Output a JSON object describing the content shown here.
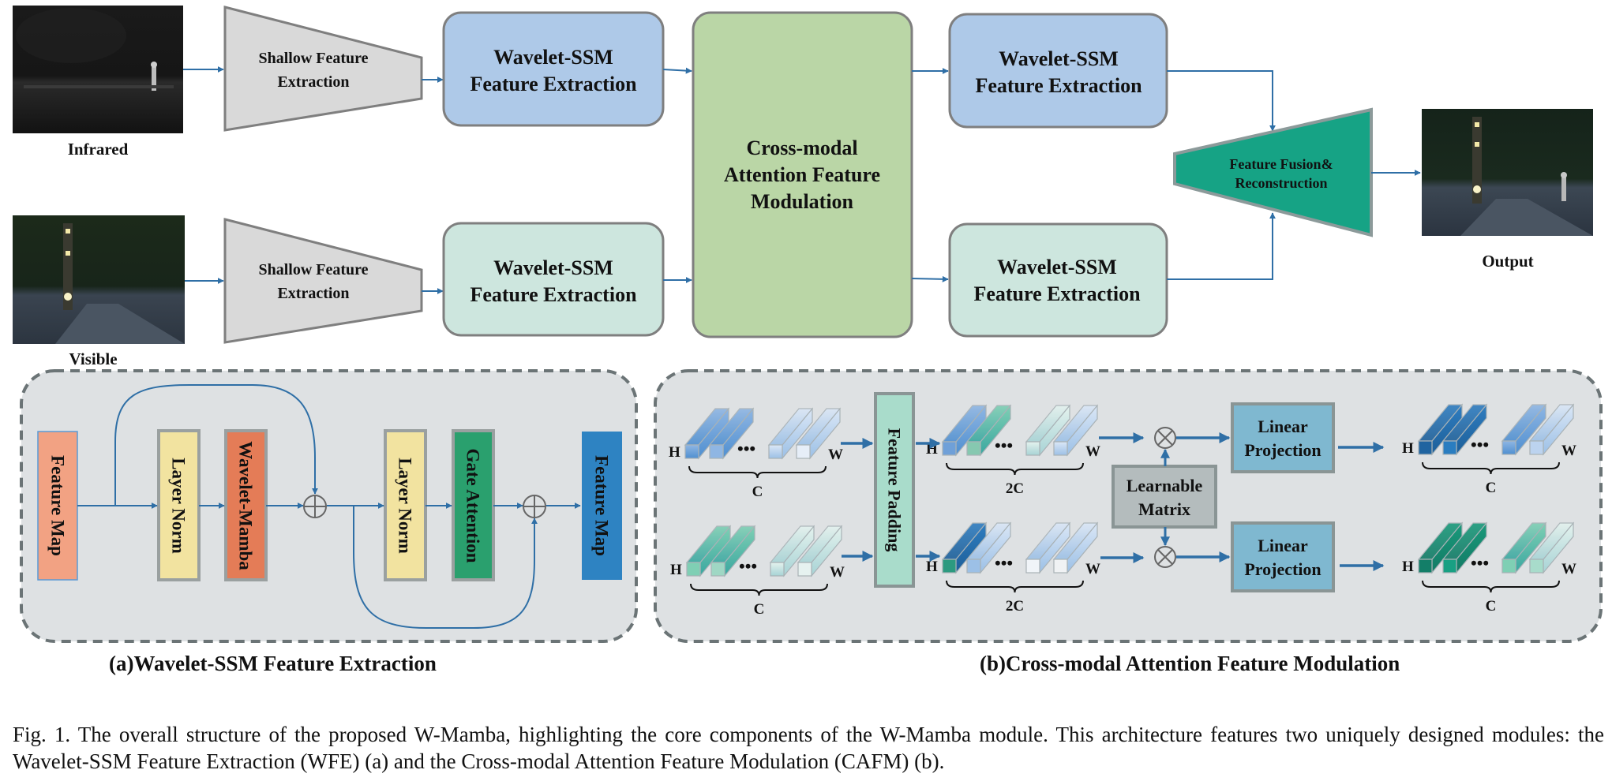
{
  "figure": {
    "inputs": {
      "infrared_label": "Infrared",
      "visible_label": "Visible",
      "output_label": "Output"
    },
    "main_flow": {
      "shallow_feature_1": [
        "Shallow Feature",
        "Extraction"
      ],
      "shallow_feature_2": [
        "Shallow Feature",
        "Extraction"
      ],
      "wssm_ir_1": [
        "Wavelet-SSM",
        "Feature Extraction"
      ],
      "wssm_vis_1": [
        "Wavelet-SSM",
        "Feature Extraction"
      ],
      "cafm": [
        "Cross-modal",
        "Attention Feature",
        "Modulation"
      ],
      "wssm_ir_2": [
        "Wavelet-SSM",
        "Feature Extraction"
      ],
      "wssm_vis_2": [
        "Wavelet-SSM",
        "Feature Extraction"
      ],
      "fusion": [
        "Feature Fusion&",
        "Reconstruction"
      ]
    },
    "panel_a": {
      "title": "(a)Wavelet-SSM Feature Extraction",
      "blocks": [
        {
          "label": "Feature Map",
          "color": "#f2a283"
        },
        {
          "label": "Layer Norm",
          "color": "#f2e3a0"
        },
        {
          "label": "Wavelet-Mamba",
          "color": "#e47c57"
        },
        {
          "label": "Layer Norm",
          "color": "#f2e3a0"
        },
        {
          "label": "Gate Attention",
          "color": "#2aa06e"
        },
        {
          "label": "Feature Map",
          "color": "#2e83c2"
        }
      ],
      "operator": "⊕"
    },
    "panel_b": {
      "title": "(b)Cross-modal Attention Feature Modulation",
      "feature_padding": "Feature Padding",
      "learnable_matrix": [
        "Learnable",
        "Matrix"
      ],
      "linear_projection": [
        "Linear",
        "Projection"
      ],
      "operator": "⊗",
      "dim_h": "H",
      "dim_w": "W",
      "dim_c": "C",
      "dim_2c": "2C",
      "ellipsis": "•••"
    },
    "caption": {
      "text": "Fig. 1.  The overall structure of the proposed W-Mamba, highlighting the core components of the W-Mamba module. This architecture features two uniquely designed modules: the Wavelet-SSM Feature Extraction (WFE) (a) and the Cross-modal Attention Feature Modulation (CAFM) (b)."
    },
    "colors": {
      "arrow": "#2f6fa6",
      "shallow_fill": "#d9d9d9",
      "wssm_ir_fill": "#aec9e8",
      "wssm_vis_fill": "#cde6de",
      "cafm_fill": "#bad6a6",
      "fusion_fill": "#16a385",
      "box_border": "#7f7f7f",
      "panel_bg": "#dee1e3",
      "panel_border": "#6b7476",
      "linear_fill": "#7fb8d0",
      "learnable_fill": "#b4bcbd",
      "padding_fill": "#a9dccb"
    }
  }
}
